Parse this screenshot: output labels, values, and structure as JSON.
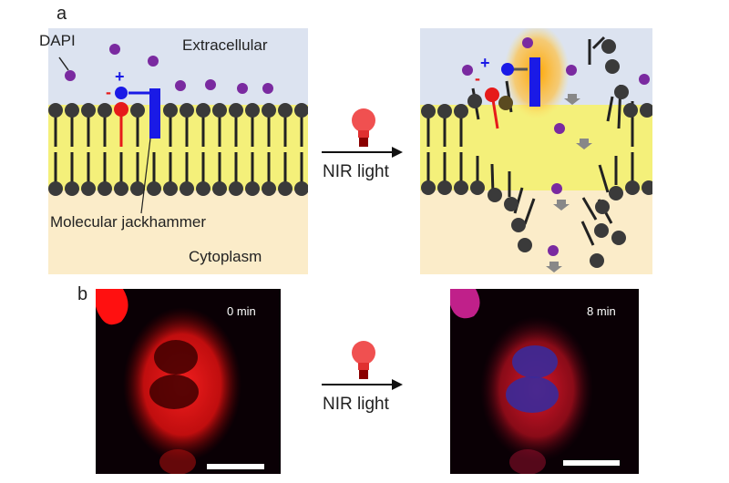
{
  "figure": {
    "panel_a": {
      "letter": "a",
      "labels": {
        "dapi": "DAPI",
        "extracellular": "Extracellular",
        "jackhammer": "Molecular jackhammer",
        "cytoplasm": "Cytoplasm",
        "plus": "+",
        "minus": "-"
      },
      "arrow_label": "NIR light",
      "colors": {
        "extracellular": "#dce3f0",
        "membrane": "#f4f07a",
        "cytoplasm": "#fbecc9",
        "lipid_head": "#3a3a3a",
        "dapi": "#7a2aa0",
        "jackhammer": "#1a1ae6",
        "negative_charge": "#e61a1a",
        "glow": "#ffb300"
      }
    },
    "panel_b": {
      "letter": "b",
      "before_time": "0 min",
      "after_time": "8 min",
      "arrow_label": "NIR light"
    }
  }
}
